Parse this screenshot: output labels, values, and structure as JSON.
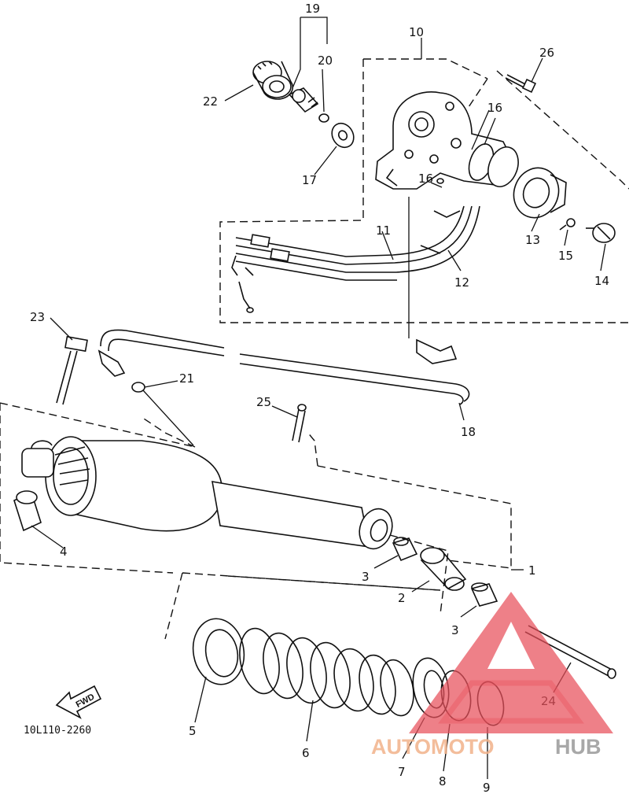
{
  "diagram": {
    "part_code": "10L110-2260",
    "forward_label": "FWD",
    "callouts": [
      "1",
      "2",
      "3",
      "3",
      "4",
      "5",
      "6",
      "7",
      "8",
      "9",
      "10",
      "11",
      "12",
      "13",
      "14",
      "15",
      "16",
      "16",
      "17",
      "18",
      "19",
      "20",
      "21",
      "22",
      "23",
      "24",
      "25",
      "26"
    ],
    "colors": {
      "line": "#111111",
      "watermark_red": "#e8505b",
      "watermark_orange": "#f2b28a",
      "watermark_gray": "#9a9a9a"
    }
  },
  "watermark": {
    "brand_part1": "AUTOMOTO",
    "brand_part2": "HUB"
  }
}
